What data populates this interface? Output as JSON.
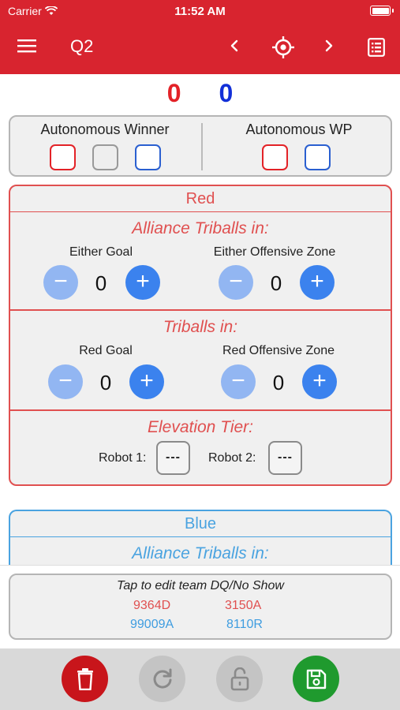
{
  "status_bar": {
    "carrier": "Carrier",
    "time": "11:52 AM"
  },
  "nav": {
    "title": "Q2",
    "prev_glyph": "‹",
    "next_glyph": "›"
  },
  "scores": {
    "red": "0",
    "blue": "0"
  },
  "autonomous": {
    "winner_label": "Autonomous Winner",
    "wp_label": "Autonomous WP"
  },
  "red": {
    "header": "Red",
    "section1": {
      "title": "Alliance Triballs in:",
      "left_label": "Either Goal",
      "left_count": "0",
      "right_label": "Either Offensive Zone",
      "right_count": "0"
    },
    "section2": {
      "title": "Triballs in:",
      "left_label": "Red Goal",
      "left_count": "0",
      "right_label": "Red Offensive Zone",
      "right_count": "0"
    },
    "section3": {
      "title": "Elevation Tier:",
      "robot1_label": "Robot 1:",
      "robot1_value": "---",
      "robot2_label": "Robot 2:",
      "robot2_value": "---"
    }
  },
  "blue": {
    "header": "Blue",
    "section1_title": "Alliance Triballs in:"
  },
  "dq": {
    "hint": "Tap to edit team DQ/No Show",
    "red_teams": [
      "9364D",
      "3150A"
    ],
    "blue_teams": [
      "99009A",
      "8110R"
    ]
  },
  "glyphs": {
    "minus": "−",
    "plus": "+"
  },
  "colors": {
    "nav_red": "#d8242f",
    "alliance_red": "#e05050",
    "alliance_blue": "#4aa3e0",
    "plus_blue": "#3b82ee",
    "minus_blue": "#92b6f2",
    "delete_red": "#c8151b",
    "save_green": "#1f9a2e"
  }
}
